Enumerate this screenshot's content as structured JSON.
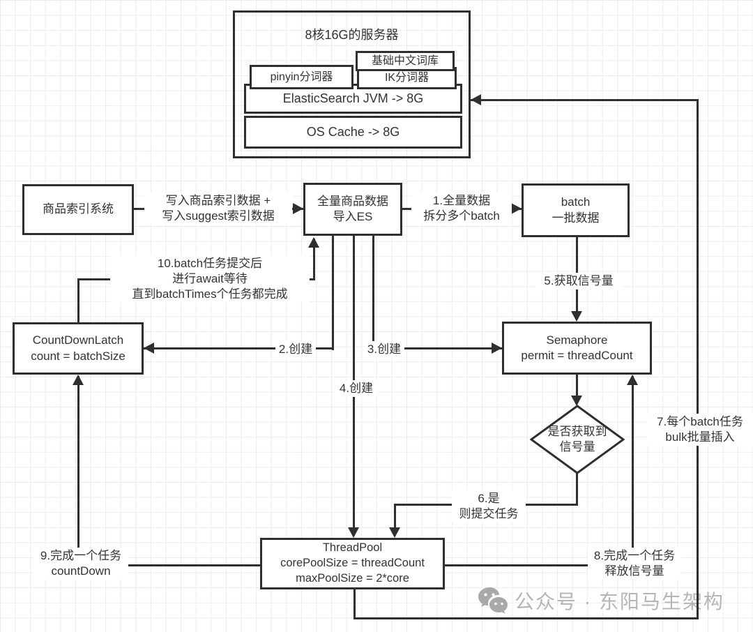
{
  "server": {
    "title": "8核16G的服务器",
    "dict": "基础中文词库",
    "pinyin": "pinyin分词器",
    "ik": "IK分词器",
    "jvm": "ElasticSearch JVM -> 8G",
    "os": "OS Cache -> 8G"
  },
  "nodes": {
    "product_index": "商品索引系统",
    "full_import": "全量商品数据\n导入ES",
    "batch": "batch\n一批数据",
    "countdownlatch": "CountDownLatch\ncount = batchSize",
    "semaphore": "Semaphore\npermit = threadCount",
    "decision": "是否获取到\n信号量",
    "threadpool": "ThreadPool\ncorePoolSize = threadCount\nmaxPoolSize = 2*core"
  },
  "edges": {
    "write_index": "写入商品索引数据 +\n写入suggest索引数据",
    "split_batch": "1.全量数据\n拆分多个batch",
    "create2": "2.创建",
    "create3": "3.创建",
    "create4": "4.创建",
    "acquire5": "5.获取信号量",
    "yes6": "6.是\n则提交任务",
    "bulk7": "7.每个batch任务\nbulk批量插入",
    "release8": "8.完成一个任务\n释放信号量",
    "countdown9": "9.完成一个任务\ncountDown",
    "await10": "10.batch任务提交后\n进行await等待\n直到batchTimes个任务都完成"
  },
  "watermark": {
    "icon": "wechat-icon",
    "text": "公众号 · 东阳马生架构"
  },
  "colors": {
    "line": "#2f2f2f",
    "text": "#333333",
    "grid": "#ececec",
    "watermark": "#b5b5b5",
    "background": "#ffffff"
  }
}
